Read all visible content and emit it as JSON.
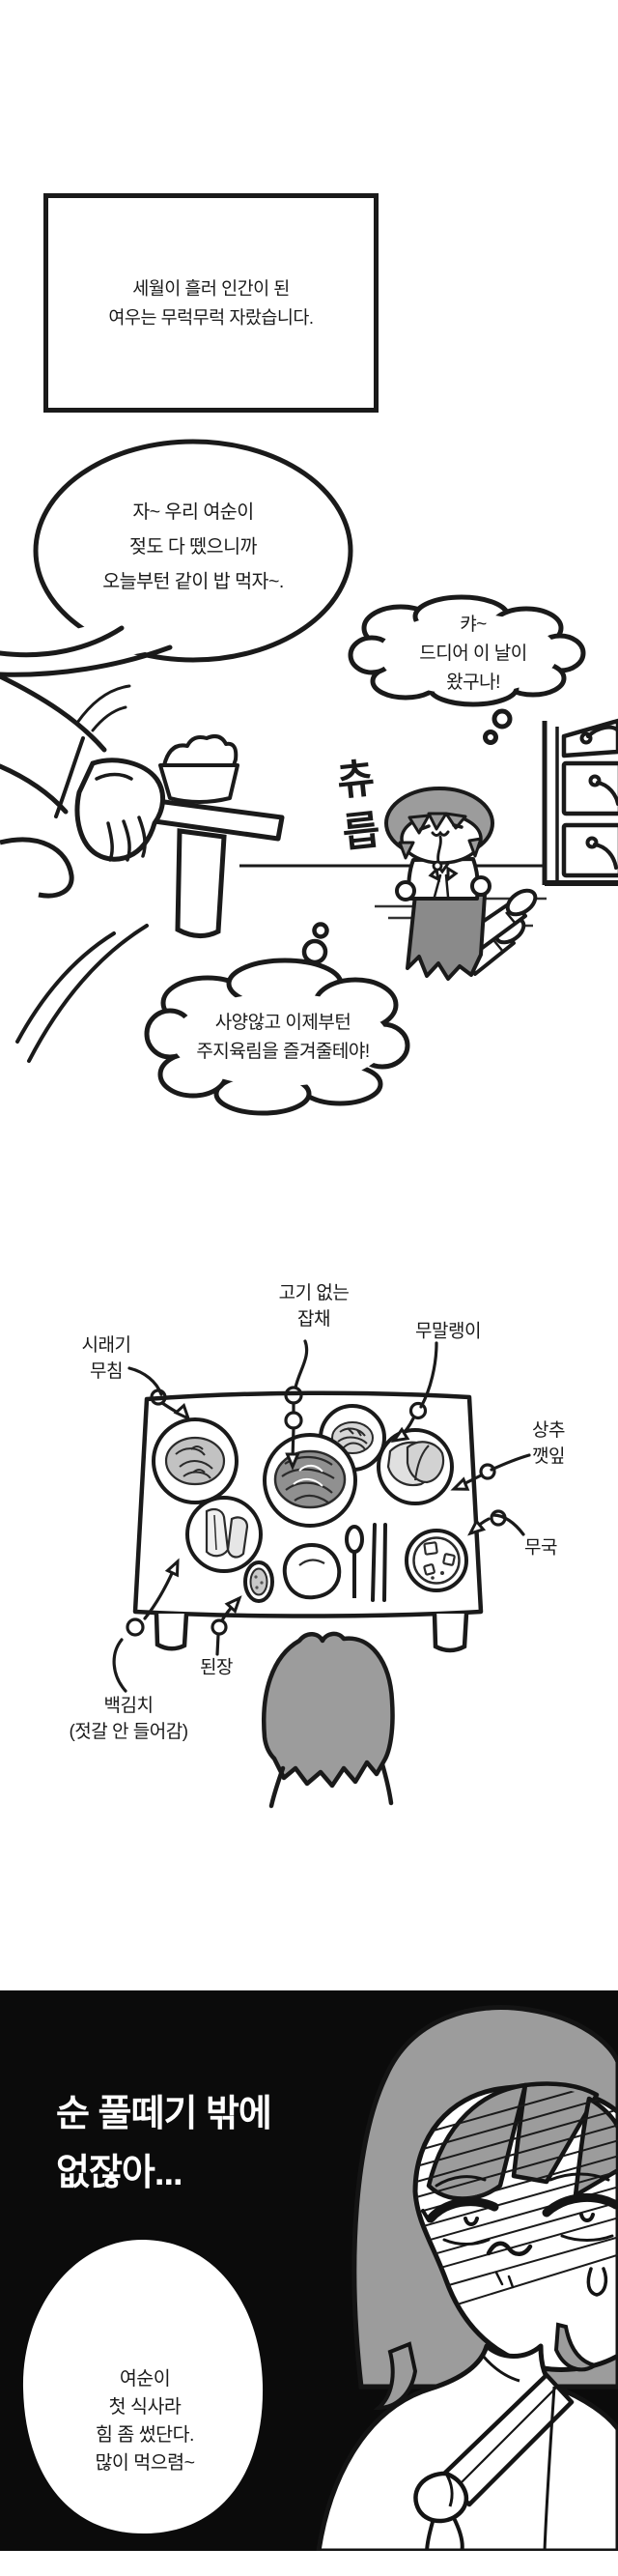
{
  "page": {
    "kind": "korean webtoon episode panels",
    "colors": {
      "ink": "#1a1a1a",
      "panel_bg": "#0b0b0b",
      "hair_gray": "#9c9c9c",
      "skirt_gray": "#8a8a8a",
      "paper": "#ffffff"
    }
  },
  "narration": {
    "text": "세월이 흘러 인간이 된\n여우는 무럭무럭 자랐습니다."
  },
  "speech_bubble": {
    "text": "자~ 우리 여순이\n젖도 다 뗐으니까\n오늘부턴 같이 밥 먹자~."
  },
  "thought_bubble_kya": {
    "text": "캬~\n드디어 이 날이\n왔구나!"
  },
  "sfx": {
    "slurp": "츄\n릅"
  },
  "thought_bubble_feast": {
    "text": "사양않고 이제부턴\n주지육림을 즐겨줄테야!"
  },
  "diagram": {
    "labels": {
      "siraegi": "시래기\n무침",
      "japchae": "고기 없는\n잡채",
      "mumallaengi": "무말랭이",
      "lettuce": "상추\n깻잎",
      "muguk": "무국",
      "doenjang": "된장",
      "baekkimchi": "백김치\n(젓갈 안 들어감)"
    }
  },
  "black_panel": {
    "monologue": "순 풀떼기 밖에\n없잖아...",
    "speech": "여순이\n첫 식사라\n힘 좀 썼단다.\n많이 먹으렴~"
  }
}
